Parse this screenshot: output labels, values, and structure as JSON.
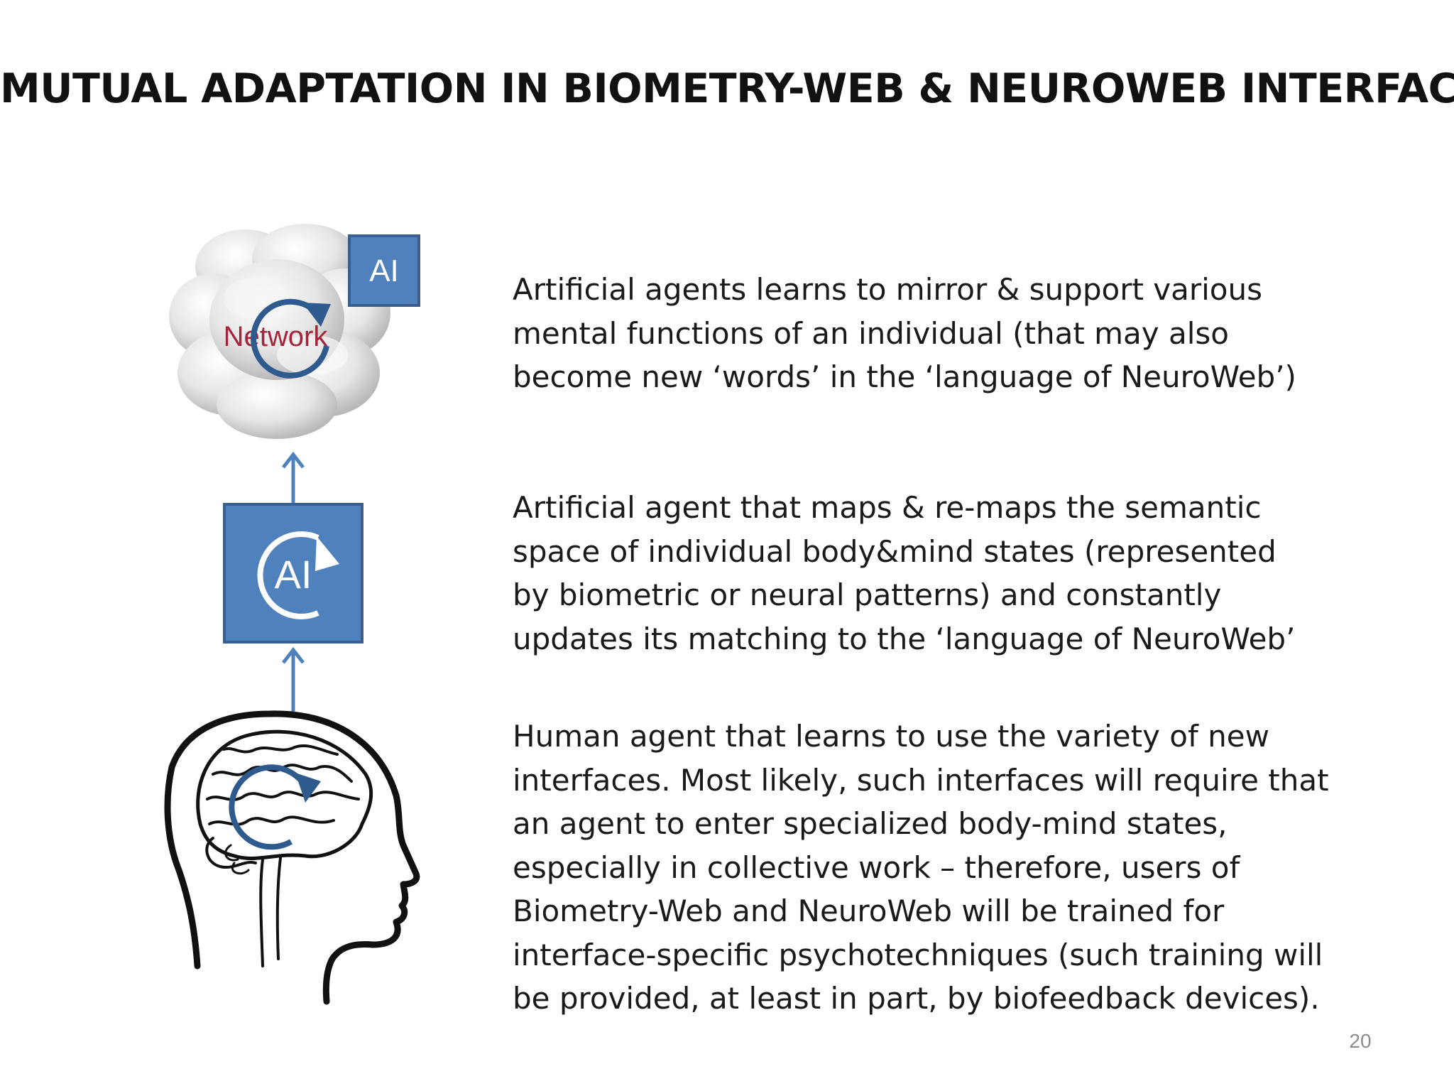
{
  "slide": {
    "title": "MUTUAL ADAPTATION IN BIOMETRY-WEB & NEUROWEB INTERFACES",
    "number": "20"
  },
  "diagram": {
    "cloud_label": "Network",
    "cloud_badge": "AI",
    "agent_box_label": "AI",
    "icons": [
      "cloud-icon",
      "cycle-arrow-icon",
      "arrow-up-icon",
      "head-brain-icon"
    ],
    "colors": {
      "box_fill": "#4f81bd",
      "box_border": "#3a5f8f",
      "cycle": "#2e5a8e",
      "network_text": "#a3243b"
    }
  },
  "paragraphs": [
    {
      "lines": [
        "Artificial agents learns to mirror & support various",
        "mental functions of an individual (that may also",
        "become new ‘words’ in the ‘language of NeuroWeb’)"
      ]
    },
    {
      "lines": [
        "Artificial agent that maps & re-maps  the semantic",
        "space of individual  body&mind states (represented",
        "by biometric or neural patterns) and constantly",
        "updates its matching to the ‘language of NeuroWeb’"
      ]
    },
    {
      "lines": [
        "Human agent that learns to use the variety of new",
        "interfaces. Most likely, such interfaces will require that",
        "an agent to enter specialized body-mind states,",
        "especially in collective work – therefore, users of",
        "Biometry-Web and NeuroWeb will be trained for",
        "interface-specific psychotechniques (such training will",
        "be provided, at least in part, by biofeedback devices)."
      ]
    }
  ]
}
